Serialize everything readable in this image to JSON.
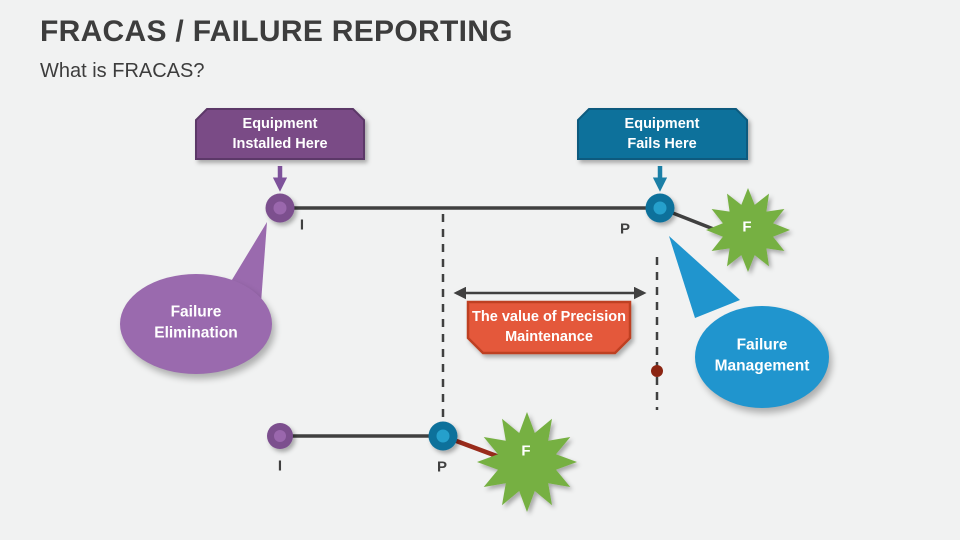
{
  "slide": {
    "title": "FRACAS / FAILURE REPORTING",
    "subtitle": "What is FRACAS?"
  },
  "diagram": {
    "banner_installed": "Equipment\nInstalled Here",
    "banner_fails": "Equipment\nFails Here",
    "bubble_elimination": "Failure\nElimination",
    "bubble_management": "Failure\nManagement",
    "value_box": "The value of Precision\nMaintenance",
    "labels": {
      "i_top": "I",
      "p_top": "P",
      "f_top": "F",
      "i_bottom": "I",
      "p_bottom": "P",
      "f_bottom": "F"
    },
    "colors": {
      "background": "#F1F2F2",
      "text_dark": "#3D3D3D",
      "line": "#404040",
      "purple": "#7A4C86",
      "purple_border": "#5C3968",
      "purple_node": "#7B4F8E",
      "purple_node_inner": "#9A67AD",
      "purple_bubble": "#9A6AAE",
      "teal": "#11719B",
      "teal_border": "#0C5A7E",
      "teal_node_inner": "#25A0CC",
      "blue_bubble": "#2095CE",
      "green": "#76B043",
      "orange": "#E4583B",
      "orange_border": "#BE4023",
      "dark_red": "#992B1B",
      "dark_red_dot": "#8B2512"
    }
  }
}
